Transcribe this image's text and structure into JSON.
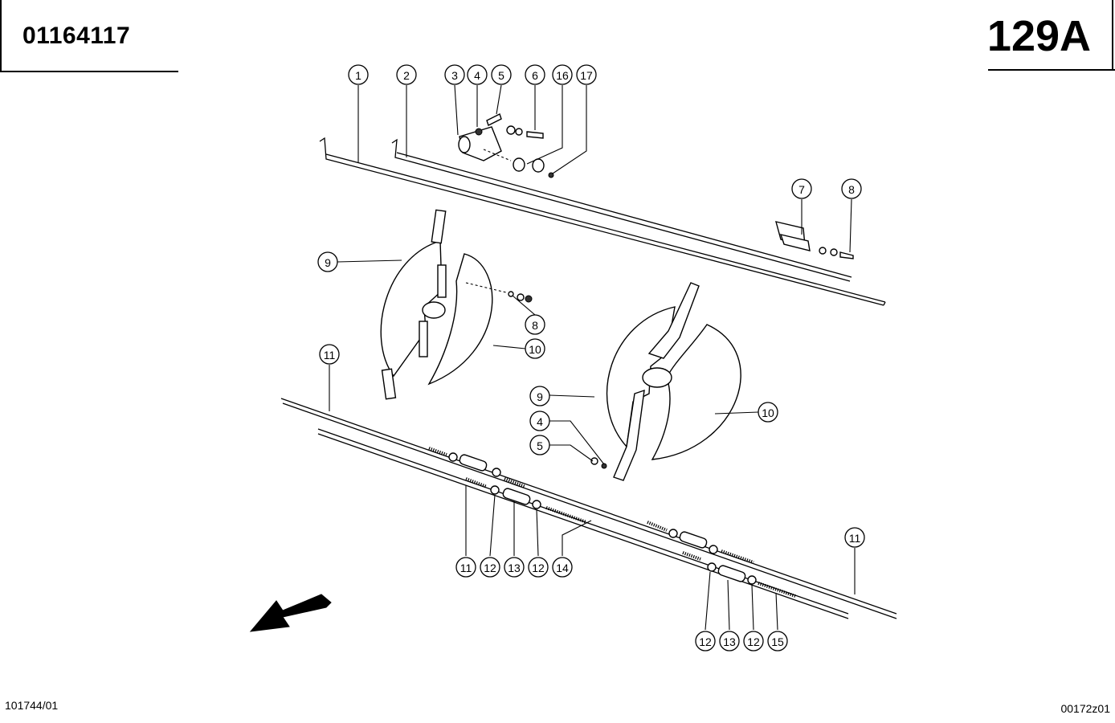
{
  "header": {
    "doc_number": "01164117",
    "page_code": "129A"
  },
  "footer": {
    "left_code": "101744/01",
    "right_code": "00172z01"
  },
  "callouts": {
    "c1": "1",
    "c2": "2",
    "c3": "3",
    "c4": "4",
    "c5": "5",
    "c6": "6",
    "c16": "16",
    "c17": "17",
    "c7": "7",
    "c8a": "8",
    "c9a": "9",
    "c8b": "8",
    "c10a": "10",
    "c11a": "11",
    "c9b": "9",
    "c10b": "10",
    "c4b": "4",
    "c5b": "5",
    "c11b": "11",
    "c12a": "12",
    "c13a": "13",
    "c12b": "12",
    "c14": "14",
    "c11c": "11",
    "c12c": "12",
    "c13b": "13",
    "c12d": "12",
    "c15": "15"
  }
}
